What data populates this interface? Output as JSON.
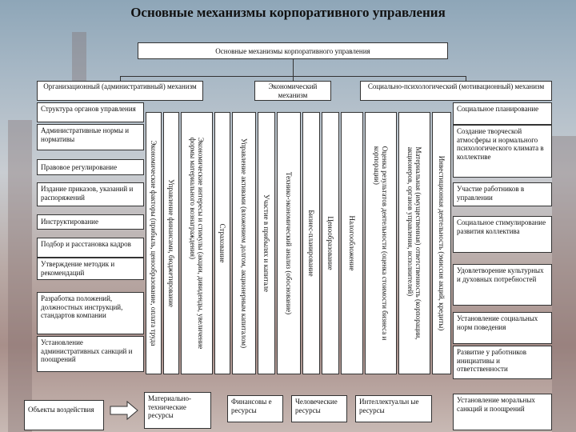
{
  "title": "Основные механизмы корпоративного управления",
  "top_box": "Основные механизмы корпоративного управления",
  "groups": {
    "org": "Организационный (административный) механизм",
    "econ": "Экономический механизм",
    "social": "Социально-психологический (мотивационный) механизм"
  },
  "left_items": [
    "Структура органов управления",
    "Административные нормы и нормативы",
    "Правовое регулирование",
    "Издание приказов, указаний и распоряжений",
    "Инструктирование",
    "Подбор и расстановка кадров",
    "Утверждение методик и рекомендаций",
    "Разработка положений, должностных инструкций, стандартов компании",
    "Установление административных санкций и поощрений"
  ],
  "econ_columns": [
    "Экономические факторы (прибыль, ценообразование, оплата труда",
    "Управление финансами, бюджетирование",
    "Экономические интересы и стимулы (акции, дивиденды, увеличение\nформы материального вознаграждения)",
    "Страхование",
    "Управление активами (вложением долгом, акционерным капиталом)",
    "Участие в прибылях и капитале",
    "Технико-экономический анализ (обоснование)",
    "Бизнес-планирование",
    "Ценообразование",
    "Налогообложение",
    "Оценка результатов деятельности (оценка стоимости бизнеса и\nкорпорации)",
    "Материальная (имущественная) ответственность (корпорации,\nакционеров, органов управления, исполнителей)",
    "Инвестиционная деятельность (эмиссия акций, кредиты)"
  ],
  "right_items": [
    "Социальное планирование",
    "Создание творческой атмосферы и нормального психологического климата в коллективе",
    "Участие работников в управлении",
    "Социальное стимулирование развития коллектива",
    "Удовлетворение культурных и духовных потребностей",
    "Установление социальных норм поведения",
    "Развитие у работников инициативы и ответственности",
    "Установление моральных санкций и поощрений"
  ],
  "objects_label": "Объекты воздействия",
  "resources": [
    "Материально-технические ресурсы",
    "Финансовы е ресурсы",
    "Человеческие ресурсы",
    "Интеллектуальн ые ресурсы"
  ]
}
